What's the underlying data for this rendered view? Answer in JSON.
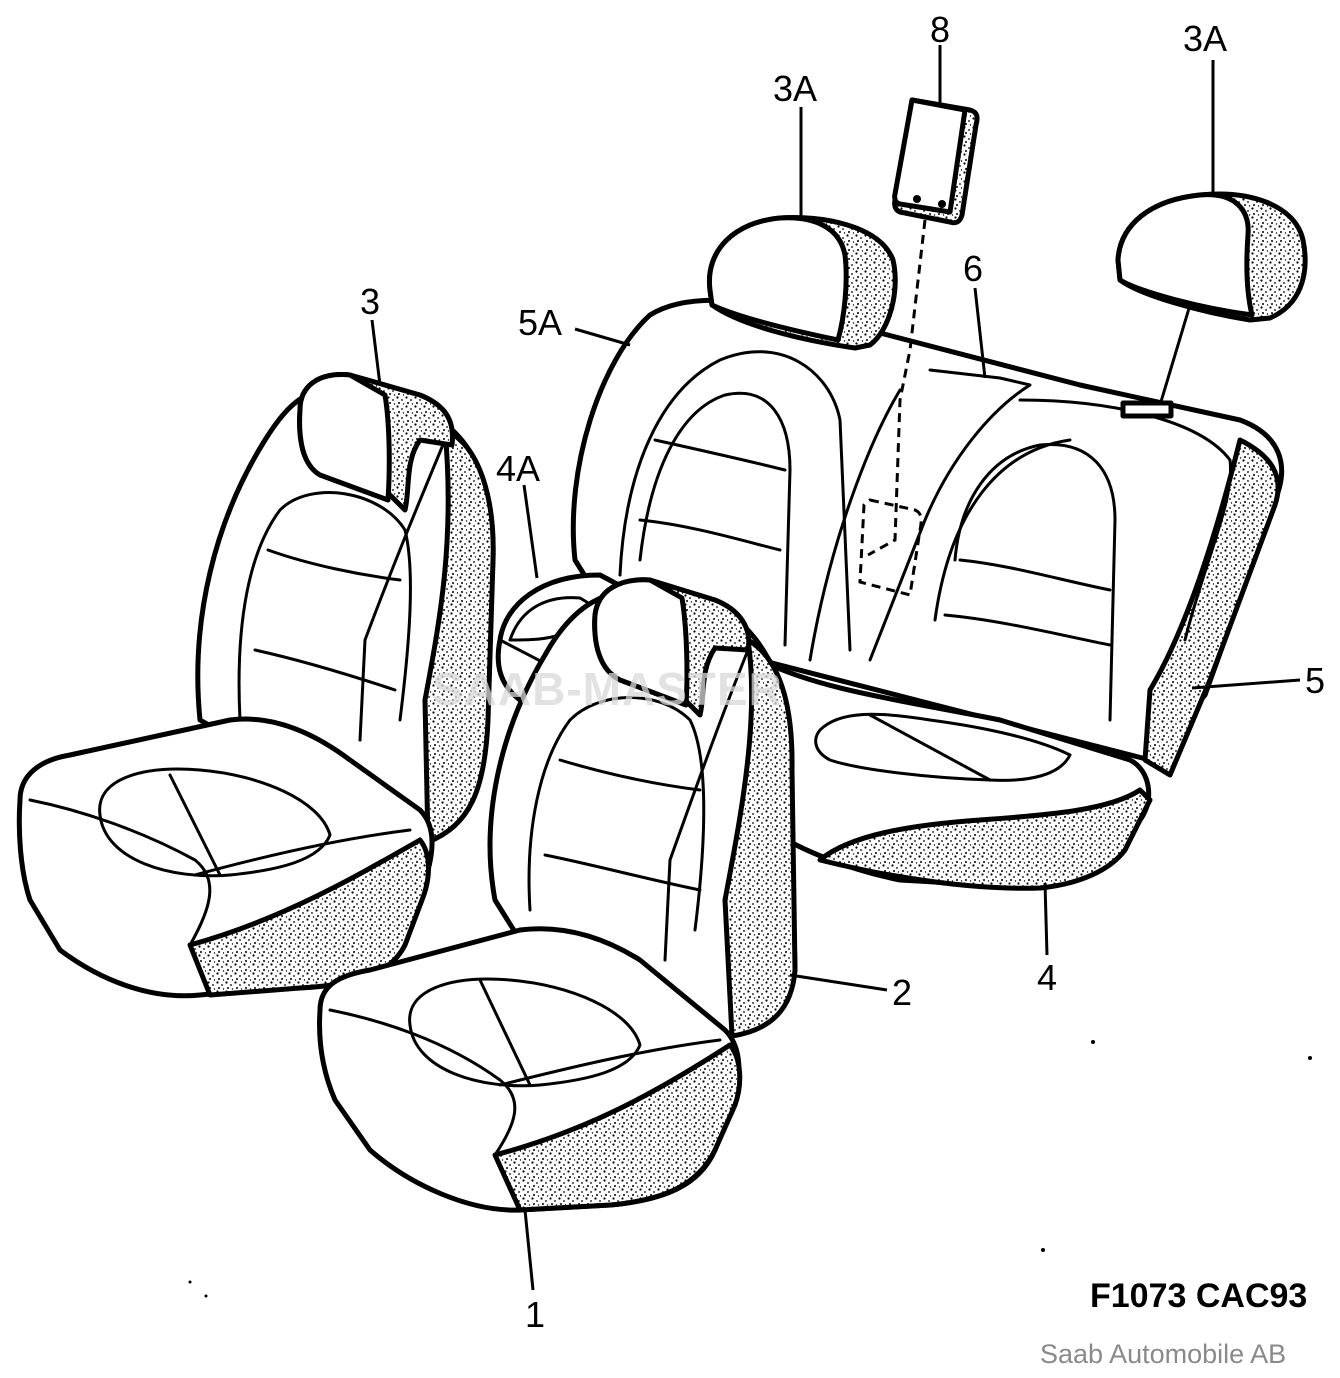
{
  "callouts": {
    "c1": "1",
    "c2": "2",
    "c3": "3",
    "c3a_center": "3A",
    "c3a_right": "3A",
    "c4": "4",
    "c4a": "4A",
    "c5": "5",
    "c5a": "5A",
    "c6": "6",
    "c8": "8"
  },
  "figure_ref": "F1073 CAC93",
  "copyright": "Saab Automobile AB",
  "watermark": "SAAB-MASTER"
}
